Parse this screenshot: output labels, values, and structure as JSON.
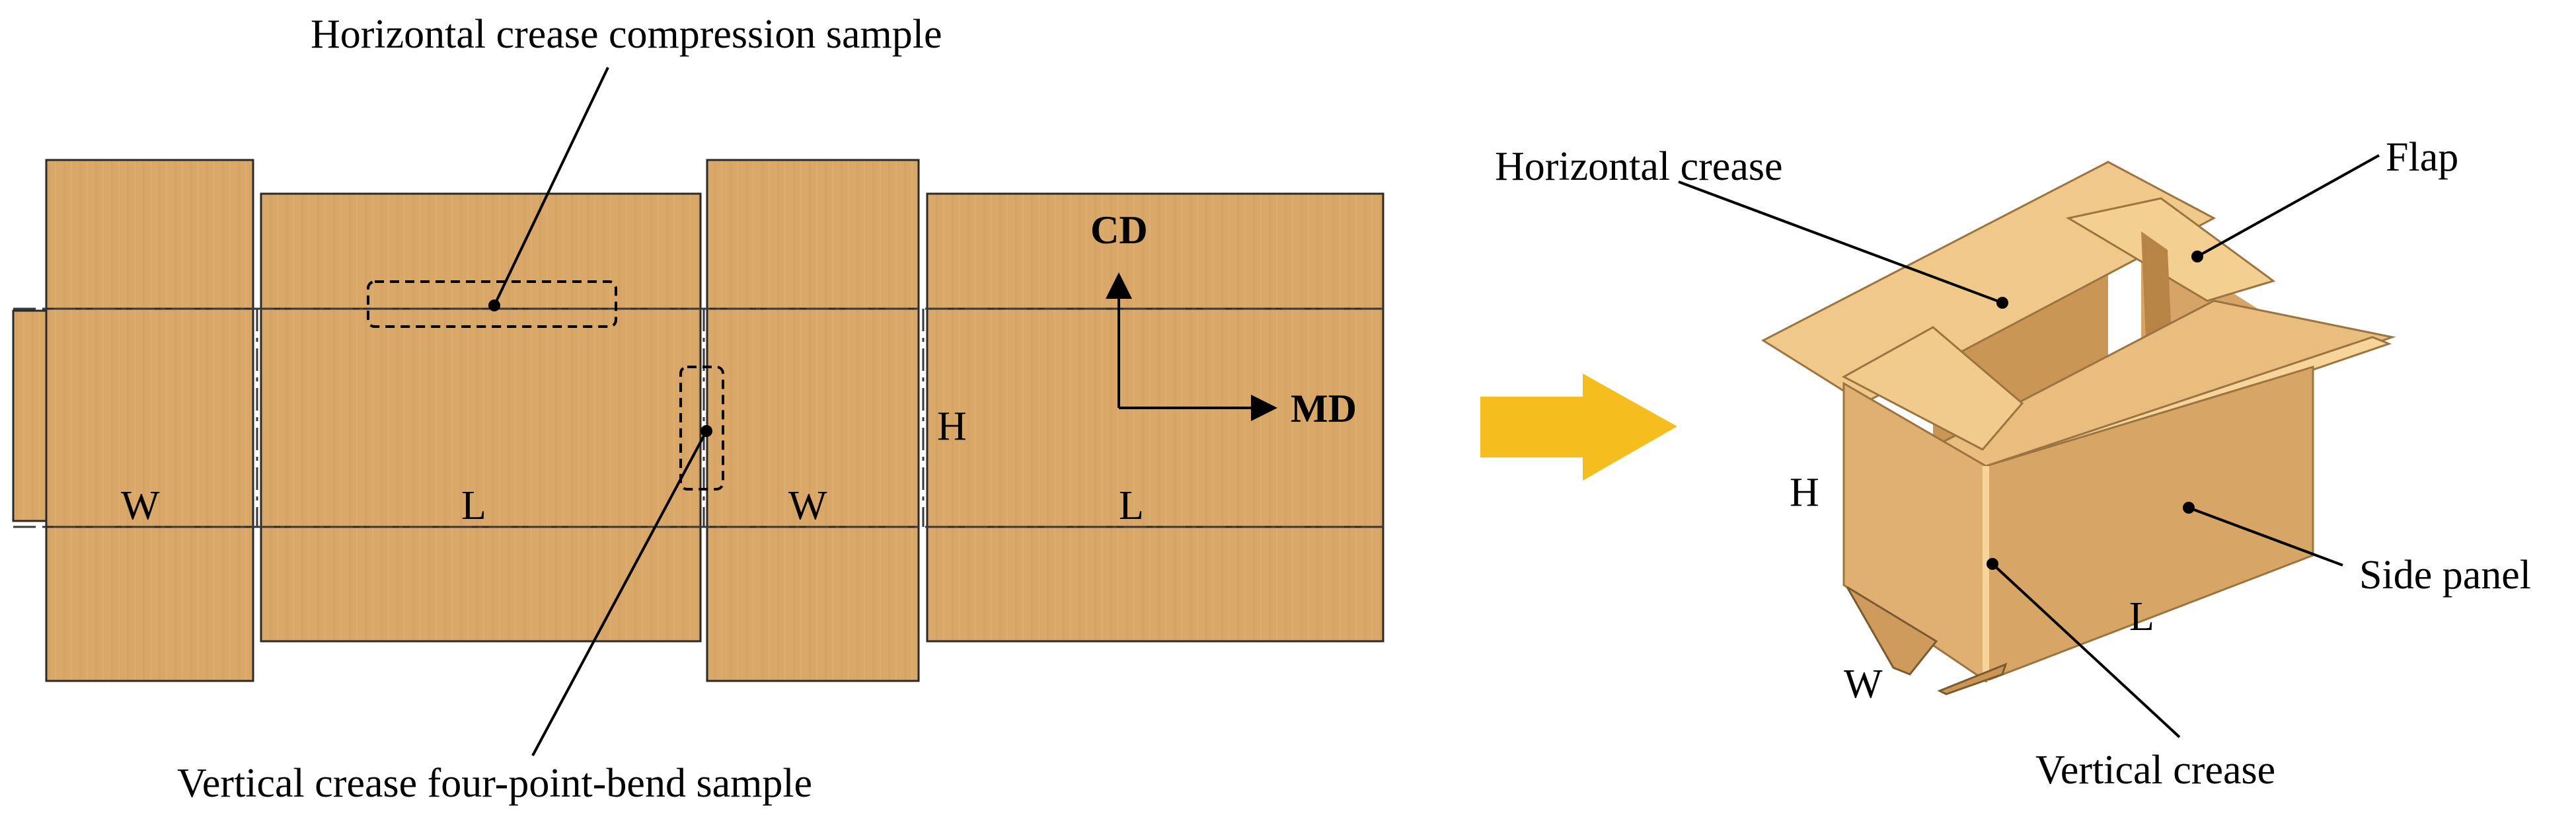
{
  "labels": {
    "horizontal_sample": "Horizontal crease compression sample",
    "vertical_sample": "Vertical crease four-point-bend sample",
    "horizontal_crease": "Horizontal crease",
    "flap": "Flap",
    "side_panel": "Side panel",
    "vertical_crease": "Vertical crease"
  },
  "dimensions": {
    "blank_w1": "W",
    "blank_l1": "L",
    "blank_w2": "W",
    "blank_l2": "L",
    "blank_h": "H",
    "box_h": "H",
    "box_l": "L",
    "box_w": "W"
  },
  "axes": {
    "cd": "CD",
    "md": "MD"
  },
  "colors": {
    "cardboard": "#d9a768",
    "cardboard_light": "#f0c98a",
    "cardboard_mid": "#e3b374",
    "cardboard_dark": "#c99656",
    "arrow": "#f5be1e"
  }
}
